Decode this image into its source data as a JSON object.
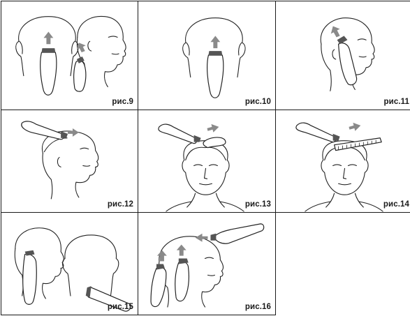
{
  "captions": [
    "рис.9",
    "рис.10",
    "рис.11",
    "рис.12",
    "рис.13",
    "рис.14",
    "рис.15",
    "рис.16"
  ],
  "colors": {
    "ink": "#222222",
    "arrow": "#8a8a8a",
    "background": "#ffffff"
  }
}
